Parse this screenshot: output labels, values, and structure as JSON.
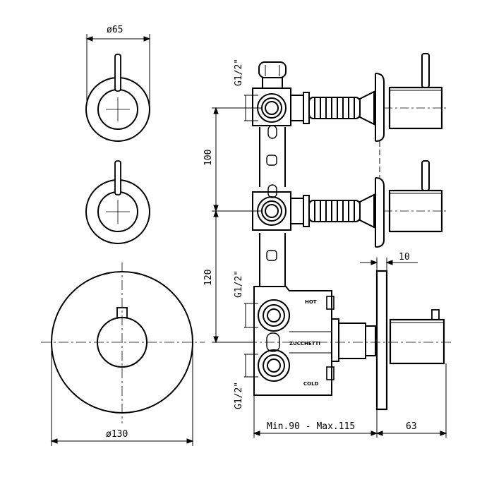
{
  "drawing": {
    "dimensions": {
      "dia_small": "ø65",
      "dia_large": "ø130",
      "spacing_100": "100",
      "spacing_120": "120",
      "depth_10": "10",
      "depth_63": "63",
      "body_depth": "Min.90 - Max.115"
    },
    "threads": {
      "top": "G1/2\"",
      "middle": "G1/2\"",
      "bottom": "G1/2\""
    },
    "valve_labels": {
      "hot": "HOT",
      "cold": "COLD",
      "brand": "ZUCCHETTI"
    }
  }
}
